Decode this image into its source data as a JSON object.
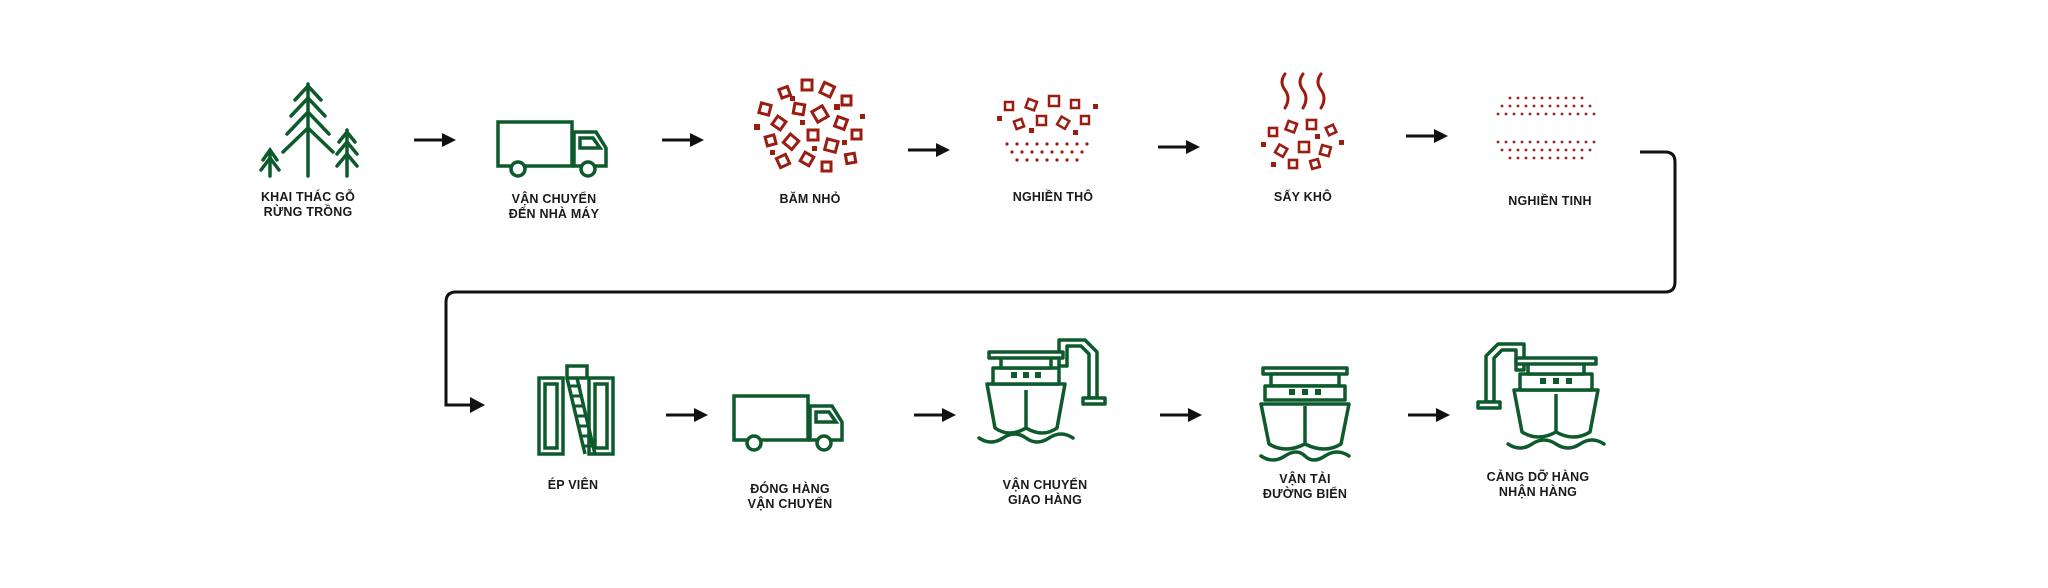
{
  "colors": {
    "green": "#0d5a2c",
    "red": "#9b1d12",
    "arrow": "#111111"
  },
  "steps": [
    {
      "id": "harvest",
      "icon": "forest-icon",
      "line1": "KHAI THÁC GỖ",
      "line2": "RỪNG TRỒNG"
    },
    {
      "id": "transport-factory",
      "icon": "truck-icon",
      "line1": "VẬN CHUYỂN",
      "line2": "ĐẾN NHÀ MÁY"
    },
    {
      "id": "chip",
      "icon": "wood-chips-icon",
      "line1": "BĂM NHỎ",
      "line2": ""
    },
    {
      "id": "coarse-grind",
      "icon": "coarse-grind-icon",
      "line1": "NGHIỀN THÔ",
      "line2": ""
    },
    {
      "id": "dry",
      "icon": "drying-icon",
      "line1": "SẤY KHÔ",
      "line2": ""
    },
    {
      "id": "fine-grind",
      "icon": "fine-grind-icon",
      "line1": "NGHIỀN TINH",
      "line2": ""
    },
    {
      "id": "pellet",
      "icon": "pellet-press-icon",
      "line1": "ÉP VIÊN",
      "line2": ""
    },
    {
      "id": "pack",
      "icon": "truck-icon",
      "line1": "ĐÓNG HÀNG",
      "line2": "VẬN CHUYỂN"
    },
    {
      "id": "deliver",
      "icon": "ship-loading-icon",
      "line1": "VẬN CHUYỂN",
      "line2": "GIAO HÀNG"
    },
    {
      "id": "sea",
      "icon": "ship-icon",
      "line1": "VẬN TẢI",
      "line2": "ĐƯỜNG BIỂN"
    },
    {
      "id": "port",
      "icon": "ship-unloading-icon",
      "line1": "CẢNG DỠ HÀNG",
      "line2": "NHẬN HÀNG"
    }
  ]
}
